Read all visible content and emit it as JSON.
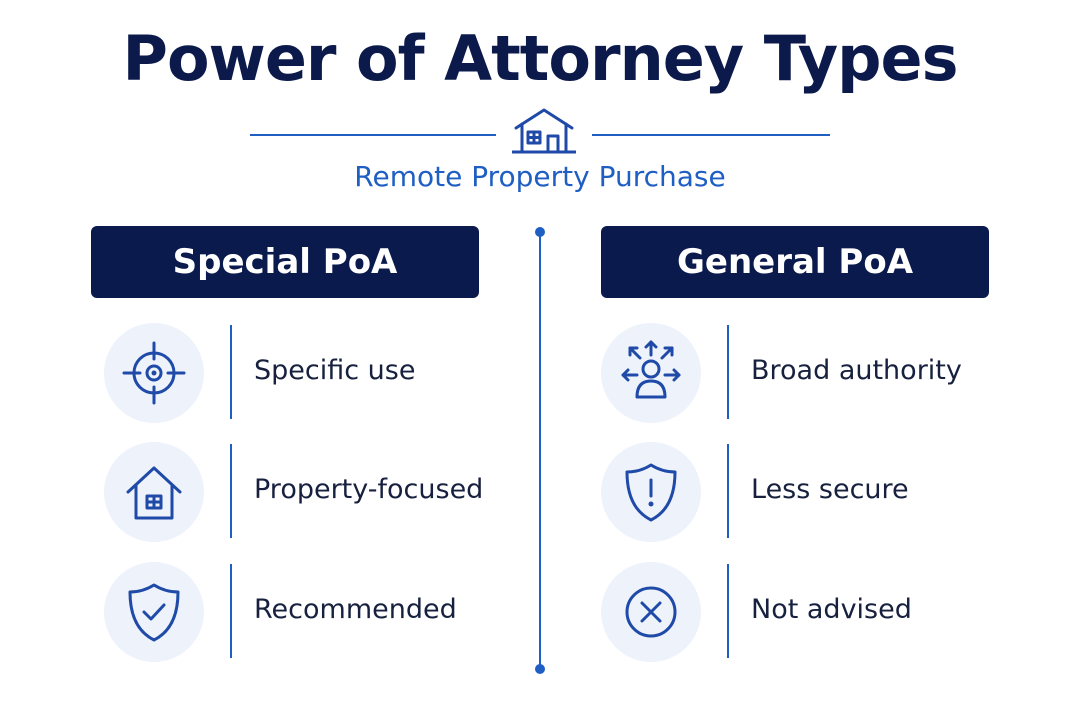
{
  "title": "Power of Attorney Types",
  "subtitle": "Remote Property Purchase",
  "icons": {
    "header": "house-icon"
  },
  "colors": {
    "navy": "#0a1a4c",
    "accent": "#1f5fc4",
    "circle_bg": "#edf2fb"
  },
  "columns": [
    {
      "header": "Special PoA",
      "items": [
        {
          "label": "Specific use",
          "icon": "target-icon"
        },
        {
          "label": "Property-focused",
          "icon": "house-icon"
        },
        {
          "label": "Recommended",
          "icon": "shield-check-icon"
        }
      ]
    },
    {
      "header": "General PoA",
      "items": [
        {
          "label": "Broad authority",
          "icon": "person-arrows-icon"
        },
        {
          "label": "Less secure",
          "icon": "shield-alert-icon"
        },
        {
          "label": "Not advised",
          "icon": "x-circle-icon"
        }
      ]
    }
  ]
}
